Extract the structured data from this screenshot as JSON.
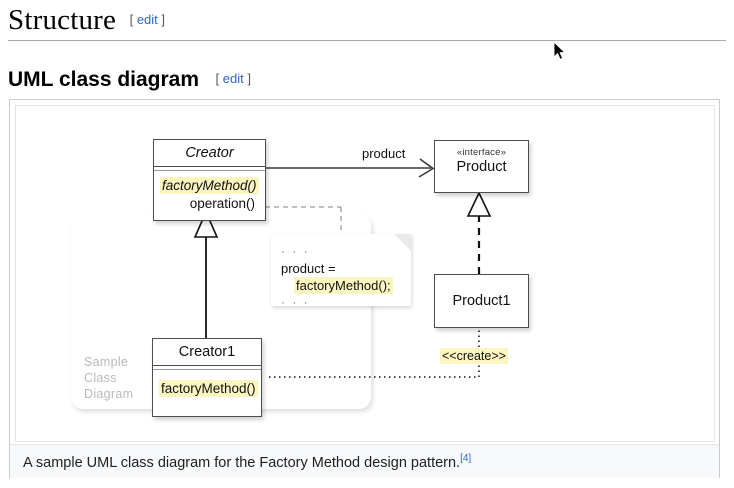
{
  "page": {
    "section_heading": "Structure",
    "sub_heading": "UML class diagram",
    "edit_open_bracket": "[",
    "edit_label": "edit",
    "edit_close_bracket": "]"
  },
  "figure": {
    "caption_text": "A sample UML class diagram for the Factory Method design pattern.",
    "caption_ref": "[4]",
    "watermark_line1": "Sample",
    "watermark_line2": "Class",
    "watermark_line3": "Diagram"
  },
  "diagram": {
    "classes": [
      {
        "id": "creator",
        "name": "Creator",
        "abstract": true,
        "stereotype": "",
        "operations": [
          {
            "text": "factoryMethod()",
            "italic": true,
            "highlight": true,
            "align": "left"
          },
          {
            "text": "operation()",
            "italic": false,
            "highlight": false,
            "align": "right"
          }
        ]
      },
      {
        "id": "product",
        "name": "Product",
        "abstract": false,
        "stereotype": "«interface»",
        "operations": []
      },
      {
        "id": "creator1",
        "name": "Creator1",
        "abstract": false,
        "stereotype": "",
        "operations": [
          {
            "text": "factoryMethod()",
            "italic": false,
            "highlight": true,
            "align": "left"
          }
        ]
      },
      {
        "id": "product1",
        "name": "Product1",
        "abstract": false,
        "stereotype": "",
        "operations": []
      }
    ],
    "note": {
      "line_top_dots": "· · ·",
      "line1": "product =",
      "line2": "factoryMethod();",
      "line_bottom_dots": "· · ·"
    },
    "edges": [
      {
        "id": "association-product",
        "label": "product",
        "kind": "association"
      },
      {
        "id": "generalization-creator",
        "label": "",
        "kind": "generalization"
      },
      {
        "id": "realization-product",
        "label": "",
        "kind": "realization"
      },
      {
        "id": "dependency-create",
        "label": "<<create>>",
        "kind": "dependency"
      }
    ]
  },
  "colors": {
    "link": "#3366cc",
    "highlight": "#fbf5c0",
    "box_border": "#4d4d4d",
    "frame_border": "#c8ccd1",
    "caption_bg": "#f8f9fa",
    "watermark_text": "#b9b9b9"
  }
}
